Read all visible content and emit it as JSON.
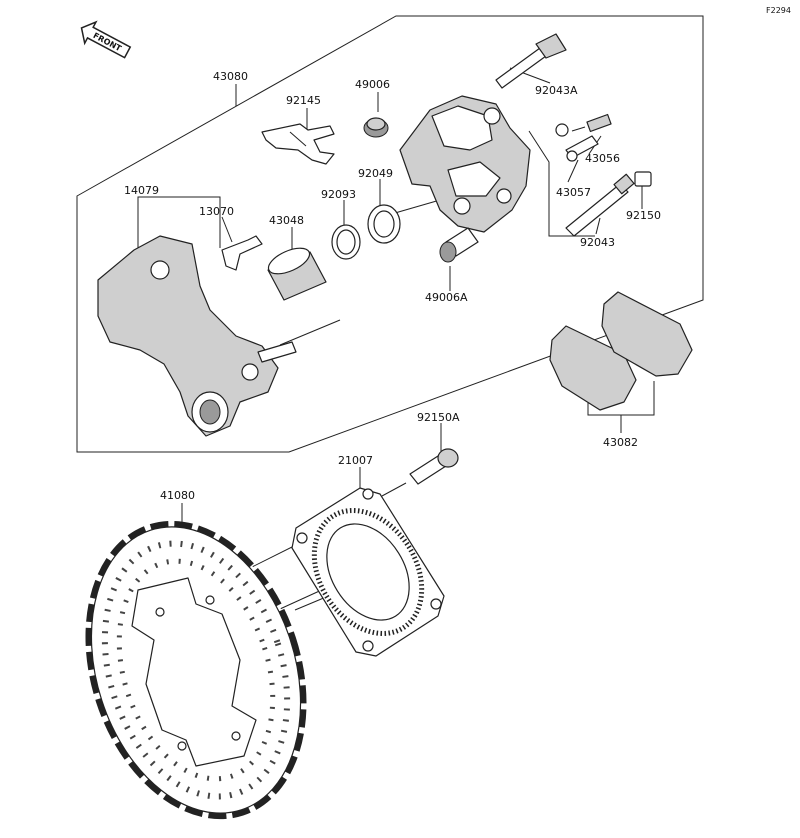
{
  "diagram": {
    "code": "F2294",
    "front_marker": "FRONT",
    "part_numbers": {
      "p43080": "43080",
      "p92145": "92145",
      "p49006": "49006",
      "p92043a": "92043A",
      "p14079": "14079",
      "p13070": "13070",
      "p43048": "43048",
      "p92093": "92093",
      "p92049": "92049",
      "p43056": "43056",
      "p43057": "43057",
      "p92150": "92150",
      "p92043": "92043",
      "p49006a": "49006A",
      "p43082": "43082",
      "p92150a": "92150A",
      "p21007": "21007",
      "p41080": "41080"
    }
  }
}
